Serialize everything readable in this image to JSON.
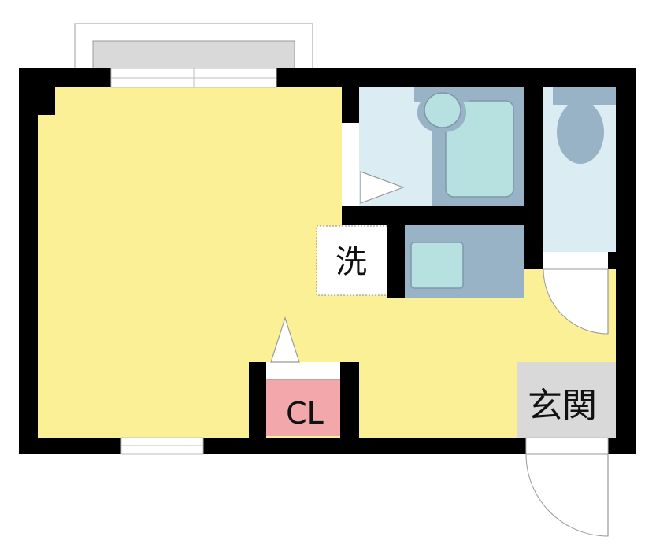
{
  "labels": {
    "washer": "洗",
    "closet": "CL",
    "entrance": "玄関"
  },
  "colors": {
    "wall": "#000000",
    "living": "#fcf097",
    "wet_area": "#dbedf2",
    "fixture": "#98b2c6",
    "fixture_inner": "#b7e0e0",
    "closet": "#f2a8ab",
    "entrance": "#d9d9d9",
    "balcony": "#d9d9d9",
    "background": "#ffffff"
  }
}
